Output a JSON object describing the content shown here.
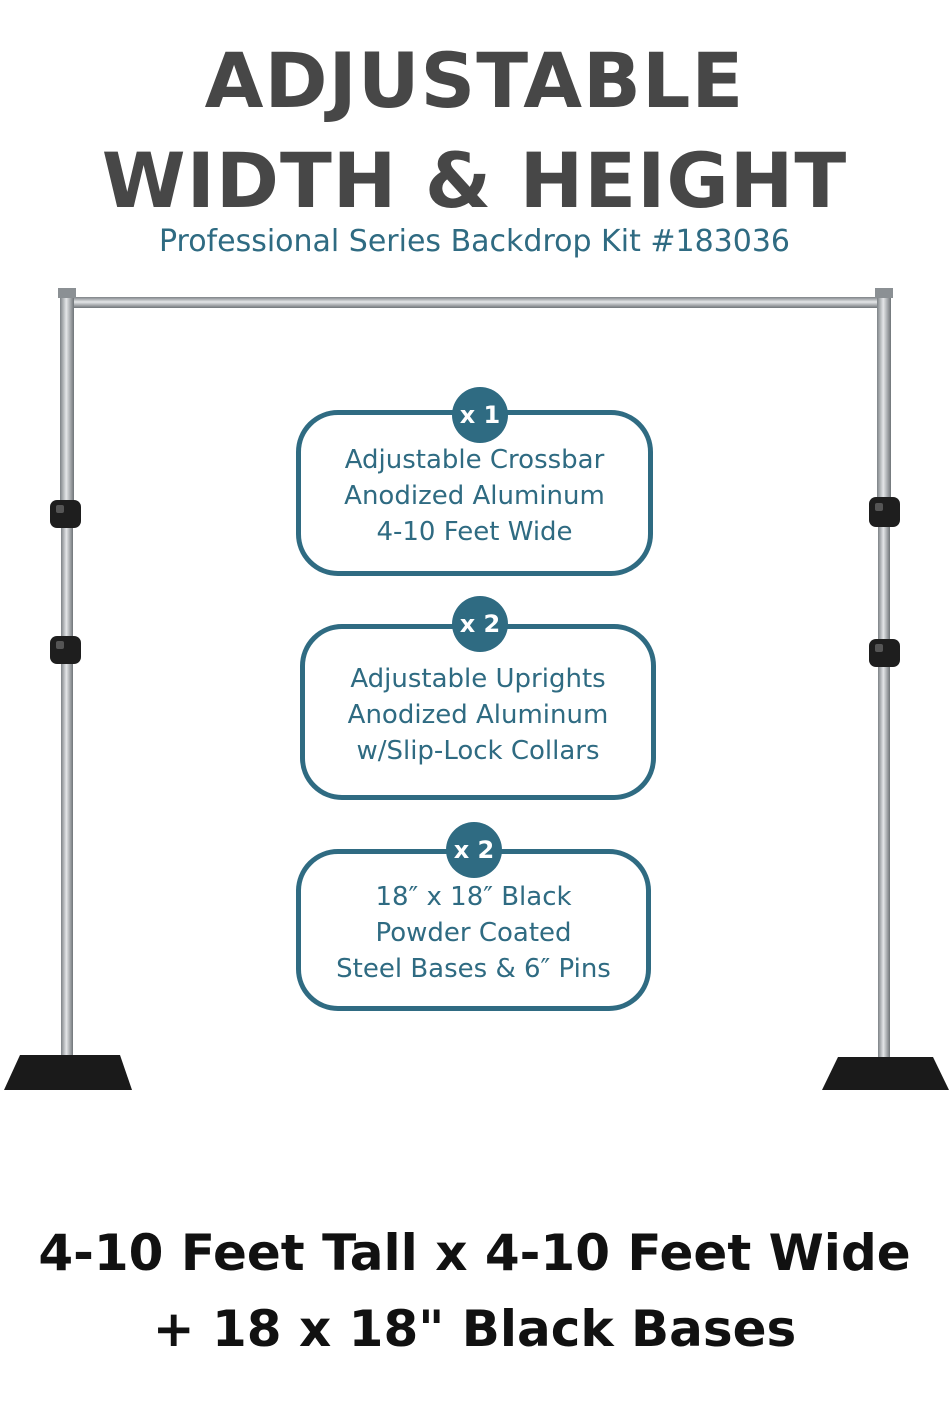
{
  "header": {
    "line1": "ADJUSTABLE",
    "line2": "WIDTH & HEIGHT",
    "subtitle": "Professional Series Backdrop Kit #183036"
  },
  "items": [
    {
      "badge": "x 1",
      "lines": [
        "Adjustable Crossbar",
        "Anodized Aluminum",
        "4-10 Feet Wide"
      ]
    },
    {
      "badge": "x 2",
      "lines": [
        "Adjustable Uprights",
        "Anodized Aluminum",
        "w/Slip-Lock Collars"
      ]
    },
    {
      "badge": "x 2",
      "lines": [
        "18″ x 18″ Black",
        "Powder Coated",
        "Steel Bases & 6″ Pins"
      ]
    }
  ],
  "footer": {
    "line1": "4-10 Feet Tall x 4-10 Feet Wide",
    "line2": "+ 18 x 18\" Black Bases"
  },
  "colors": {
    "heading": "#474747",
    "accent": "#2f6b82",
    "footer_text": "#111111",
    "pipe": "#b4b8bc",
    "base": "#1a1a1a"
  }
}
